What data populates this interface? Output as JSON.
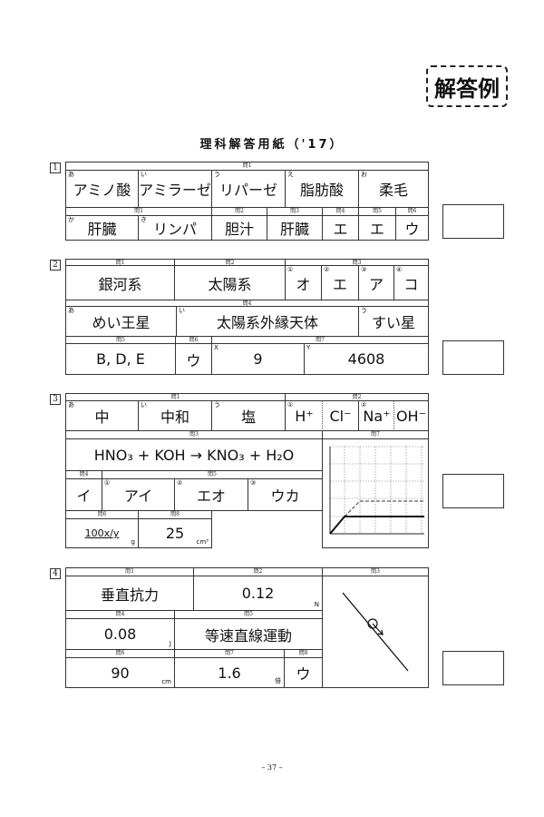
{
  "stamp": "解答例",
  "title": "理科解答用紙（'17）",
  "page_number": "– 37 –",
  "s1": {
    "num": "1",
    "headers": [
      "問1",
      "問1",
      "問2",
      "問3",
      "問4",
      "問5",
      "問6"
    ],
    "cells": [
      {
        "mark": "あ",
        "text": "アミノ酸"
      },
      {
        "mark": "い",
        "text": "アミラーゼ"
      },
      {
        "mark": "う",
        "text": "リパーゼ"
      },
      {
        "mark": "え",
        "text": "脂肪酸"
      },
      {
        "mark": "お",
        "text": "柔毛"
      },
      {
        "mark": "か",
        "text": "肝臓"
      },
      {
        "mark": "き",
        "text": "リンパ"
      },
      {
        "text": "胆汁"
      },
      {
        "text": "肝臓"
      },
      {
        "text": "エ"
      },
      {
        "text": "エ"
      },
      {
        "text": "ウ"
      }
    ]
  },
  "s2": {
    "num": "2",
    "headers": [
      "問1",
      "問2",
      "問3",
      "問4",
      "問5",
      "問6",
      "問7"
    ],
    "cells": [
      {
        "text": "銀河系"
      },
      {
        "text": "太陽系"
      },
      {
        "mark": "①",
        "text": "オ"
      },
      {
        "mark": "②",
        "text": "エ"
      },
      {
        "mark": "③",
        "text": "ア"
      },
      {
        "mark": "④",
        "text": "コ"
      },
      {
        "mark": "あ",
        "text": "めい王星"
      },
      {
        "mark": "い",
        "text": "太陽系外縁天体"
      },
      {
        "mark": "う",
        "text": "すい星"
      },
      {
        "text": "B, D, E"
      },
      {
        "text": "ウ"
      },
      {
        "mark": "X",
        "text": "9"
      },
      {
        "mark": "Y",
        "text": "4608"
      }
    ]
  },
  "s3": {
    "num": "3",
    "headers": [
      "問1",
      "問2",
      "問3",
      "問7",
      "問4",
      "問5",
      "問6",
      "問8"
    ],
    "cells": [
      {
        "mark": "あ",
        "text": "中"
      },
      {
        "mark": "い",
        "text": "中和"
      },
      {
        "mark": "う",
        "text": "塩"
      },
      {
        "mark": "①",
        "text": "H⁺"
      },
      {
        "text": "Cl⁻"
      },
      {
        "mark": "②",
        "text": "Na⁺"
      },
      {
        "text": "OH⁻"
      },
      {
        "text": "HNO₃ + KOH → KNO₃ + H₂O"
      },
      {
        "text": "イ"
      },
      {
        "mark": "①",
        "text": "アイ"
      },
      {
        "mark": "②",
        "text": "エオ"
      },
      {
        "mark": "③",
        "text": "ウカ"
      },
      {
        "text": "100x/y",
        "unit": "g"
      },
      {
        "text": "25",
        "unit": "cm³"
      }
    ]
  },
  "s4": {
    "num": "4",
    "headers": [
      "問1",
      "問2",
      "問3",
      "問4",
      "問5",
      "問6",
      "問7",
      "問8"
    ],
    "cells": [
      {
        "text": "垂直抗力"
      },
      {
        "text": "0.12",
        "unit": "N"
      },
      {
        "text": "0.08",
        "unit": "J"
      },
      {
        "text": "等速直線運動"
      },
      {
        "text": "90",
        "unit": "cm"
      },
      {
        "text": "1.6",
        "unit": "倍"
      },
      {
        "text": "ウ"
      }
    ]
  }
}
